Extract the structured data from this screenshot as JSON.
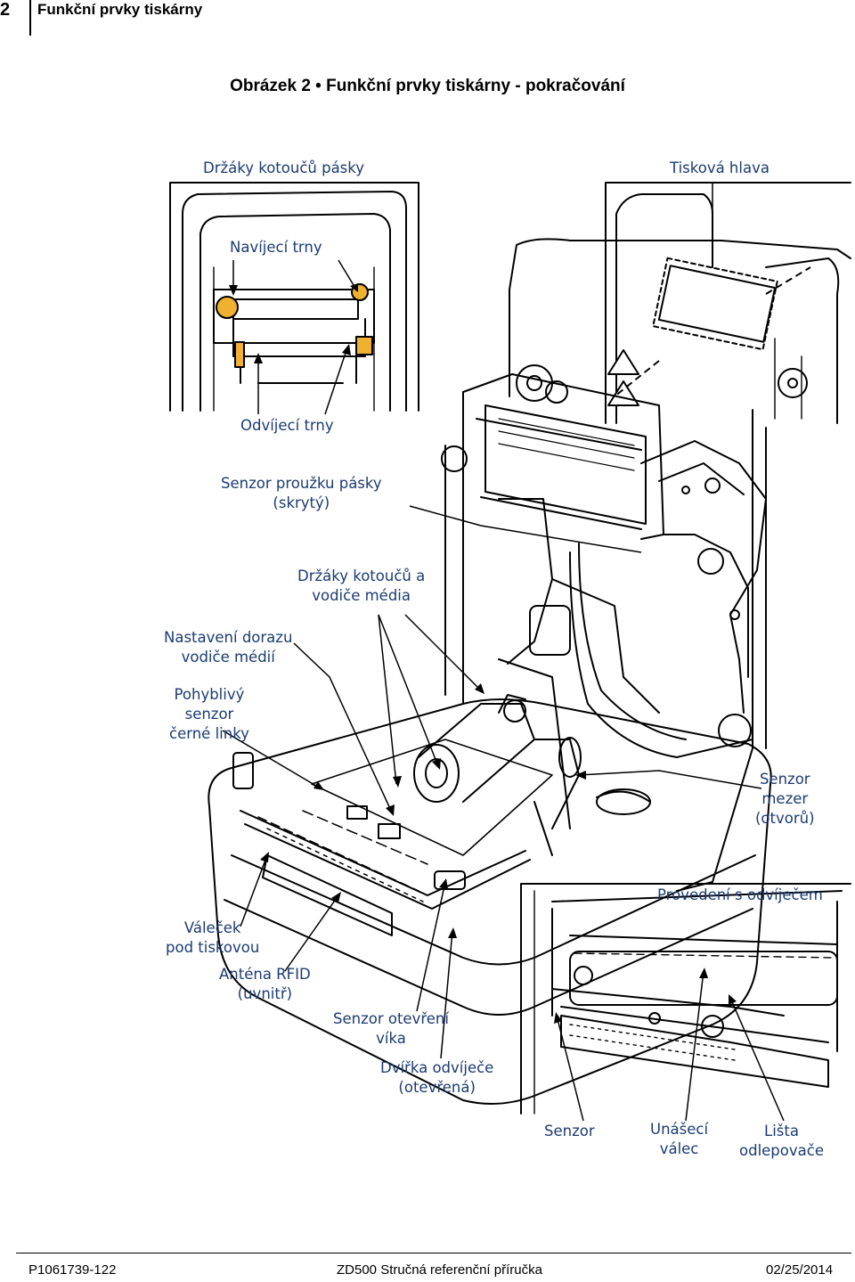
{
  "header": {
    "page_number": "2",
    "section_title": "Funkční prvky tiskárny"
  },
  "figure": {
    "caption": "Obrázek 2 • Funkční prvky tiskárny - pokračování"
  },
  "labels": {
    "ribbon_holders": "Držáky kotoučů pásky",
    "printhead": "Tisková hlava",
    "take_up_spindles": "Navíjecí trny",
    "supply_spindles": "Odvíjecí trny",
    "ribbon_sensor_line1": "Senzor proužku pásky",
    "ribbon_sensor_line2": "(skrytý)",
    "media_holders_line1": "Držáky kotoučů a",
    "media_holders_line2": "vodiče média",
    "guide_stop_line1": "Nastavení dorazu",
    "guide_stop_line2": "vodiče médií",
    "black_line_line1": "Pohyblivý",
    "black_line_line2": "senzor",
    "black_line_line3": "černé linky",
    "gap_sensor_line1": "Senzor",
    "gap_sensor_line2": "mezer",
    "gap_sensor_line3": "(otvorů)",
    "peeler_option": "Provedení s odvíječem",
    "platen_line1": "Váleček",
    "platen_line2": "pod tiskovou",
    "rfid_line1": "Anténa RFID",
    "rfid_line2": "(uvnitř)",
    "cover_sensor_line1": "Senzor otevření",
    "cover_sensor_line2": "víka",
    "peeler_door_line1": "Dvířka odvíječe",
    "peeler_door_line2": "(otevřená)",
    "sensor": "Senzor",
    "drive_roller_line1": "Unášecí",
    "drive_roller_line2": "válec",
    "peeler_bar_line1": "Lišta",
    "peeler_bar_line2": "odlepovače"
  },
  "footer": {
    "doc_number": "P1061739-122",
    "doc_title": "ZD500 Stručná referenční příručka",
    "date": "02/25/2014"
  }
}
